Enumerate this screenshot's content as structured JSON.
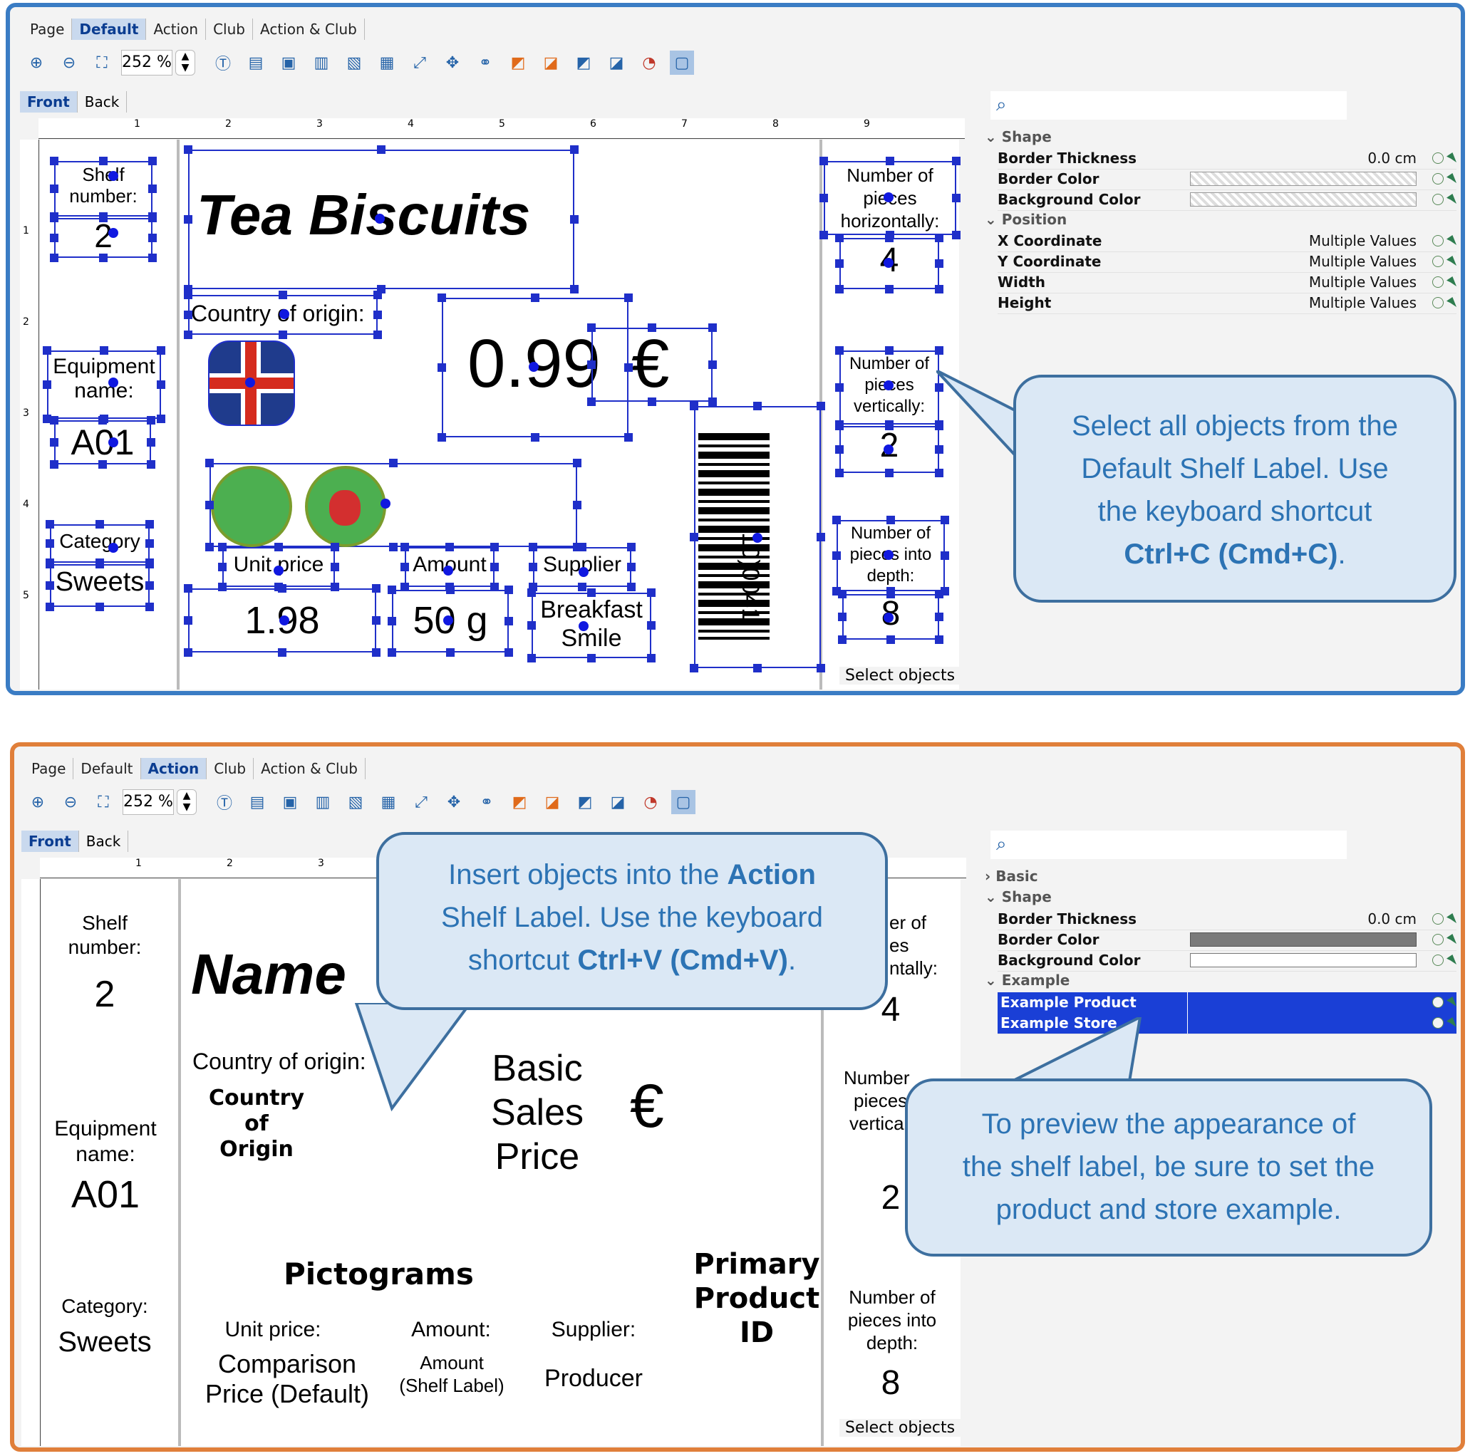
{
  "top": {
    "tabs": [
      "Page",
      "Default",
      "Action",
      "Club",
      "Action & Club"
    ],
    "selected_tab": "Default",
    "zoom": "252 %",
    "side_tabs": [
      "Front",
      "Back"
    ],
    "ruler_numbers": [
      "1",
      "2",
      "3",
      "4",
      "5",
      "6",
      "7",
      "8",
      "9"
    ],
    "vruler_numbers": [
      "1",
      "2",
      "3",
      "4",
      "5"
    ],
    "labels": {
      "shelf_number": "Shelf number:",
      "shelf_value": "2",
      "title": "Tea Biscuits",
      "country": "Country of origin:",
      "price": "0.99",
      "euro": "€",
      "equipment": "Equipment name:",
      "equipment_value": "A01",
      "category": "Category",
      "category_value": "Sweets",
      "unit_price": "Unit price",
      "unit_value": "1.98",
      "amount": "Amount",
      "amount_value": "50 g",
      "supplier": "Supplier",
      "supplier_value": "Breakfast Smile",
      "barcode_text": "(10)0041",
      "horiz": "Number of pieces horizontally:",
      "horiz_value": "4",
      "vert": "Number of pieces vertically:",
      "vert_value": "2",
      "depth": "Number of pieces into depth:",
      "depth_value": "8"
    },
    "select_objects": "Select objects",
    "properties": {
      "groups": [
        "Shape",
        "Position"
      ],
      "rows": [
        {
          "key": "Border Thickness",
          "value": "0.0 cm"
        },
        {
          "key": "Border Color",
          "value": ""
        },
        {
          "key": "Background Color",
          "value": ""
        },
        {
          "key": "X Coordinate",
          "value": "Multiple Values"
        },
        {
          "key": "Y Coordinate",
          "value": "Multiple Values"
        },
        {
          "key": "Width",
          "value": "Multiple Values"
        },
        {
          "key": "Height",
          "value": "Multiple Values"
        }
      ]
    },
    "callout": {
      "line1": "Select all objects from the",
      "line2": "Default Shelf Label. Use",
      "line3": "the keyboard shortcut",
      "line4": "Ctrl+C (Cmd+C)",
      "line4_tail": "."
    }
  },
  "bottom": {
    "tabs": [
      "Page",
      "Default",
      "Action",
      "Club",
      "Action & Club"
    ],
    "selected_tab": "Action",
    "zoom": "252 %",
    "side_tabs": [
      "Front",
      "Back"
    ],
    "ruler_numbers": [
      "1",
      "2",
      "3"
    ],
    "labels": {
      "shelf_number_1": "Shelf",
      "shelf_number_2": "number:",
      "shelf_value": "2",
      "name": "Name",
      "country": "Country of origin:",
      "country_field_1": "Country",
      "country_field_2": "of",
      "country_field_3": "Origin",
      "price_1": "Basic",
      "price_2": "Sales",
      "price_3": "Price",
      "euro": "€",
      "equipment_1": "Equipment",
      "equipment_2": "name:",
      "equipment_value": "A01",
      "pictograms": "Pictograms",
      "primary_1": "Primary",
      "primary_2": "Product",
      "primary_3": "ID",
      "category": "Category:",
      "category_value": "Sweets",
      "unit_price": "Unit price:",
      "amount": "Amount:",
      "supplier": "Supplier:",
      "comparison_1": "Comparison",
      "comparison_2": "Price (Default)",
      "amount_field_1": "Amount",
      "amount_field_2": "(Shelf Label)",
      "producer": "Producer",
      "horiz_1": "er of",
      "horiz_2": "es",
      "horiz_3": "ntally:",
      "horiz_value": "4",
      "vert_1": "Number",
      "vert_2": "pieces",
      "vert_3": "vertically",
      "vert_value": "2",
      "depth_1": "Number of",
      "depth_2": "pieces into",
      "depth_3": "depth:",
      "depth_value": "8"
    },
    "select_objects": "Select objects",
    "properties": {
      "groups": [
        "Basic",
        "Shape",
        "Example"
      ],
      "rows": [
        {
          "key": "Border Thickness",
          "value": "0.0 cm"
        },
        {
          "key": "Border Color",
          "value": ""
        },
        {
          "key": "Background Color",
          "value": ""
        },
        {
          "key": "Example Product",
          "value": ""
        },
        {
          "key": "Example Store",
          "value": ""
        }
      ]
    },
    "callout_insert": {
      "line1a": "Insert objects into the ",
      "line1b": "Action",
      "line2": "Shelf Label. Use the keyboard",
      "line3a": "shortcut ",
      "line3b": "Ctrl+V (Cmd+V)",
      "line3c": "."
    },
    "callout_preview": {
      "line1": "To preview the appearance of",
      "line2": "the shelf label, be sure to set the",
      "line3": "product and store example."
    }
  },
  "colors": {
    "top_border": "#3a7cc4",
    "bottom_border": "#e07f3a",
    "selection": "#1f2fc9",
    "callout_fill": "#dbe8f5",
    "callout_text": "#2c73b4"
  }
}
